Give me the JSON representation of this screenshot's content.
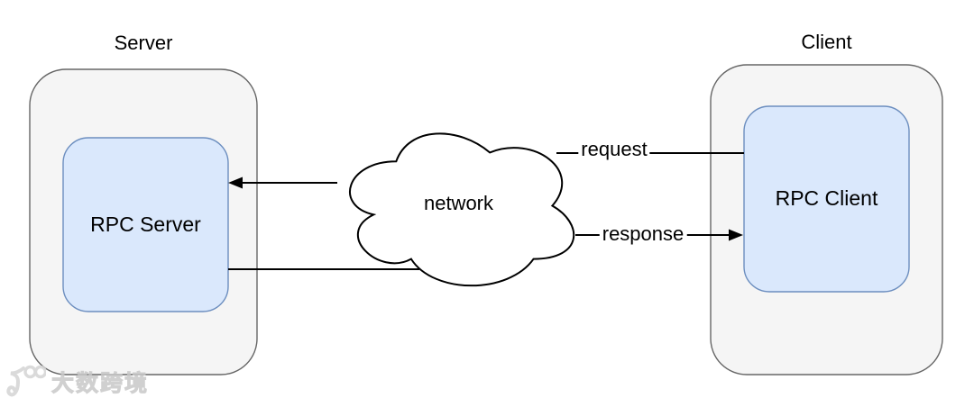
{
  "colors": {
    "canvas-bg": "#ffffff",
    "container-fill": "#f5f5f5",
    "container-stroke": "#666666",
    "node-fill": "#dae8fc",
    "node-stroke": "#6c8ebf",
    "edge-stroke": "#000000",
    "watermark-color": "#d9d9d9"
  },
  "diagram": {
    "server_group": {
      "title": "Server",
      "node_label": "RPC Server"
    },
    "client_group": {
      "title": "Client",
      "node_label": "RPC Client"
    },
    "network_cloud": {
      "label": "network"
    },
    "edges": {
      "request": {
        "label": "request",
        "from": "RPC Client",
        "to": "RPC Server",
        "arrow": "into RPC Server"
      },
      "response": {
        "label": "response",
        "from": "RPC Server",
        "to": "RPC Client",
        "arrow": "into RPC Client"
      }
    }
  },
  "watermark": {
    "logo_icon": "brand-100-logo-icon",
    "text": "大数跨境"
  }
}
